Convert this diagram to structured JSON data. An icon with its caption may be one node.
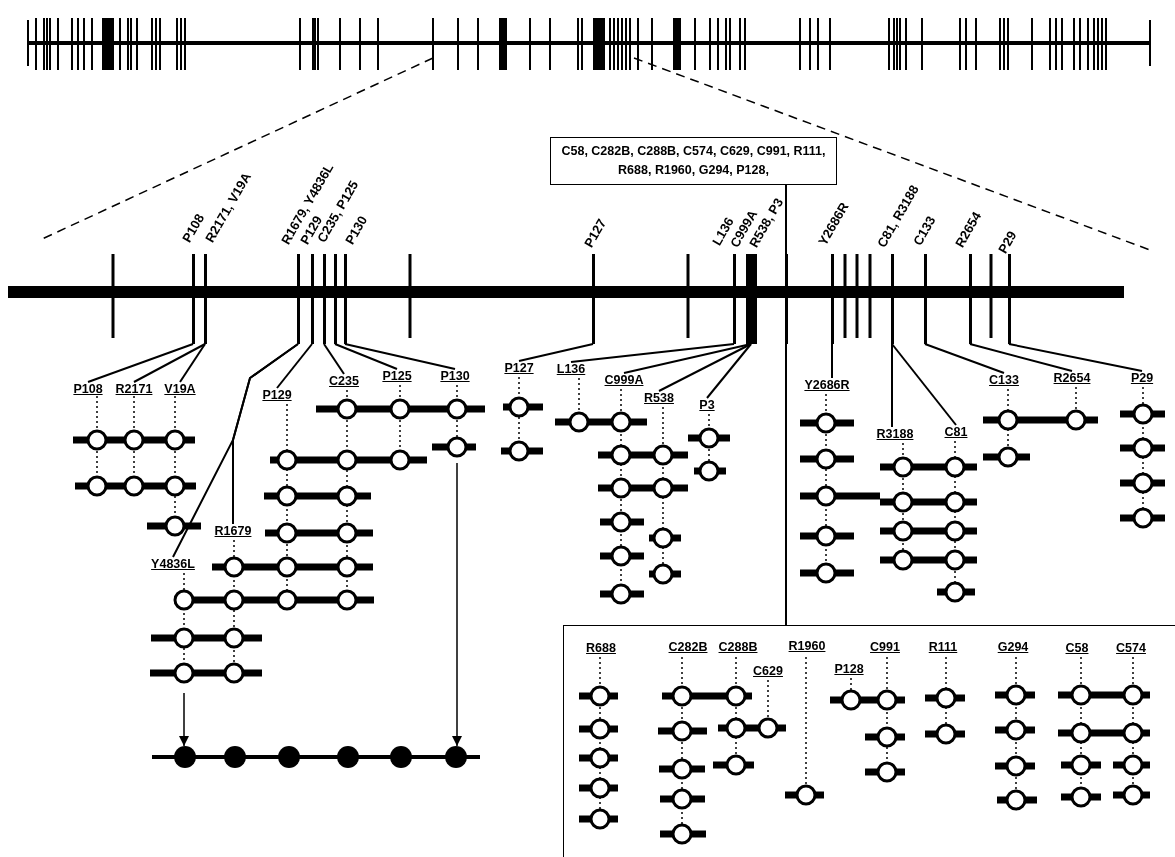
{
  "diagram": {
    "nodes": [
      {
        "text": [
          "C58, C282B, C288B, C574, C629, C991, R111, R688, R1960, G294, P128,"
        ]
      },
      {
        "text": [],
        "shape": "bar"
      },
      {
        "text": [],
        "shape": "bar"
      },
      {
        "text": [],
        "shape": "bar"
      },
      {
        "text": [],
        "shape": "bar"
      },
      {
        "text": [],
        "shape": "bar"
      },
      {
        "text": [],
        "shape": "bar"
      },
      {
        "text": [],
        "shape": "bar"
      },
      {
        "text": [],
        "shape": "bar"
      },
      {
        "text": [],
        "shape": "bar"
      },
      {
        "text": [],
        "shape": "bar"
      },
      {
        "text": [],
        "shape": "bar"
      },
      {
        "text": [],
        "shape": "bar"
      },
      {
        "text": [],
        "shape": "bar"
      },
      {
        "text": [],
        "shape": "bar"
      },
      {
        "text": [],
        "shape": "bar"
      },
      {
        "text": [],
        "shape": "bar"
      },
      {
        "text": [
          "P108"
        ]
      },
      {
        "text": [
          "R2171"
        ]
      },
      {
        "text": [
          "V19A"
        ]
      },
      {
        "text": [
          "P129"
        ]
      },
      {
        "text": [
          "C235"
        ]
      },
      {
        "text": [
          "P125"
        ]
      },
      {
        "text": [
          "P130"
        ]
      },
      {
        "text": [
          "P127"
        ]
      },
      {
        "text": [
          "L136"
        ]
      },
      {
        "text": [
          "C999A"
        ]
      },
      {
        "text": [
          "R538"
        ]
      },
      {
        "text": [
          "P3"
        ]
      },
      {
        "text": [
          "Y2686R"
        ]
      },
      {
        "text": [
          "C133"
        ]
      },
      {
        "text": [
          "R2654"
        ]
      },
      {
        "text": [
          "P29"
        ]
      },
      {
        "text": [
          "R1679"
        ]
      },
      {
        "text": [
          "R3188"
        ]
      },
      {
        "text": [
          "C81"
        ]
      },
      {
        "text": [
          "Y4836L"
        ]
      },
      {
        "text": [],
        "shape": "box"
      },
      {
        "text": [],
        "shape": "circle"
      }
    ],
    "edges": [
      {
        "from": 0,
        "to": 11,
        "arrow": "none"
      },
      {
        "from": 1,
        "to": 17,
        "arrow": "none"
      },
      {
        "from": 2,
        "to": 18,
        "arrow": "none"
      },
      {
        "from": 2,
        "to": 19,
        "arrow": "none"
      },
      {
        "from": 3,
        "to": 33,
        "arrow": "none"
      },
      {
        "from": 3,
        "to": 36,
        "arrow": "none"
      },
      {
        "from": 4,
        "to": 20,
        "arrow": "none"
      },
      {
        "from": 5,
        "to": 21,
        "arrow": "none"
      },
      {
        "from": 6,
        "to": 22,
        "arrow": "none"
      },
      {
        "from": 7,
        "to": 23,
        "arrow": "none"
      },
      {
        "from": 8,
        "to": 24,
        "arrow": "none"
      },
      {
        "from": 9,
        "to": 25,
        "arrow": "none"
      },
      {
        "from": 10,
        "to": 26,
        "arrow": "none"
      },
      {
        "from": 10,
        "to": 27,
        "arrow": "none"
      },
      {
        "from": 10,
        "to": 28,
        "arrow": "none"
      },
      {
        "from": 11,
        "to": 37,
        "arrow": "none"
      },
      {
        "from": 12,
        "to": 29,
        "arrow": "none"
      },
      {
        "from": 13,
        "to": 34,
        "arrow": "none"
      },
      {
        "from": 13,
        "to": 35,
        "arrow": "none"
      },
      {
        "from": 14,
        "to": 30,
        "arrow": "none"
      },
      {
        "from": 15,
        "to": 31,
        "arrow": "none"
      },
      {
        "from": 16,
        "to": 32,
        "arrow": "none"
      },
      {
        "from": null,
        "to": 38,
        "arrow": "to"
      },
      {
        "from": null,
        "to": 38,
        "arrow": "to"
      }
    ],
    "labels": [
      "P108",
      "R2171, V19A",
      "R1679, Y4836L",
      "P129",
      "C235, P125",
      "P130",
      "P127",
      "L136",
      "C999A",
      "R538, P3",
      "Y2686R",
      "C81, R3188",
      "C133",
      "R2654",
      "P29",
      "R688",
      "C282B",
      "C288B",
      "R1960",
      "C991",
      "R111",
      "G294",
      "C58",
      "C574",
      "C629",
      "P128"
    ]
  }
}
